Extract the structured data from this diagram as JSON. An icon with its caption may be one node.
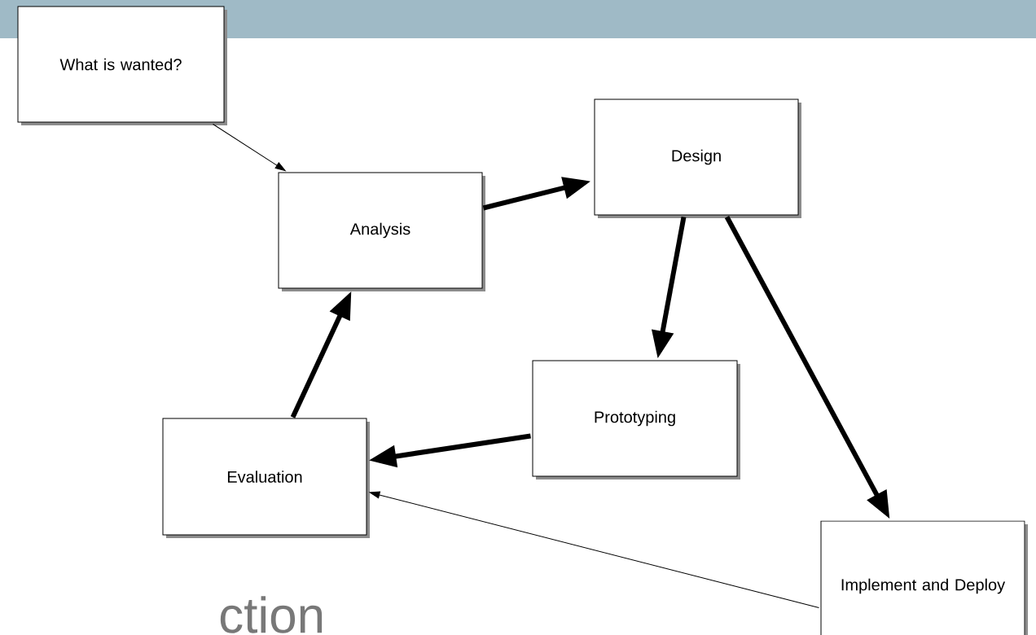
{
  "diagram": {
    "nodes": [
      {
        "text": [
          "What is wanted?"
        ]
      },
      {
        "text": [
          "Analysis"
        ]
      },
      {
        "text": [
          "Design"
        ]
      },
      {
        "text": [
          "Prototyping"
        ]
      },
      {
        "text": [
          "Evaluation"
        ]
      },
      {
        "text": [
          "Implement and Deploy"
        ]
      }
    ],
    "edges": [
      {
        "from": 0,
        "to": 1,
        "arrow": "to"
      },
      {
        "from": 1,
        "to": 2,
        "arrow": "to"
      },
      {
        "from": 2,
        "to": 3,
        "arrow": "to"
      },
      {
        "from": 3,
        "to": 4,
        "arrow": "to"
      },
      {
        "from": 4,
        "to": 1,
        "arrow": "to"
      },
      {
        "from": 2,
        "to": 5,
        "arrow": "to"
      },
      {
        "from": 5,
        "to": 4,
        "arrow": "to"
      }
    ],
    "labels": [
      "ction"
    ]
  }
}
